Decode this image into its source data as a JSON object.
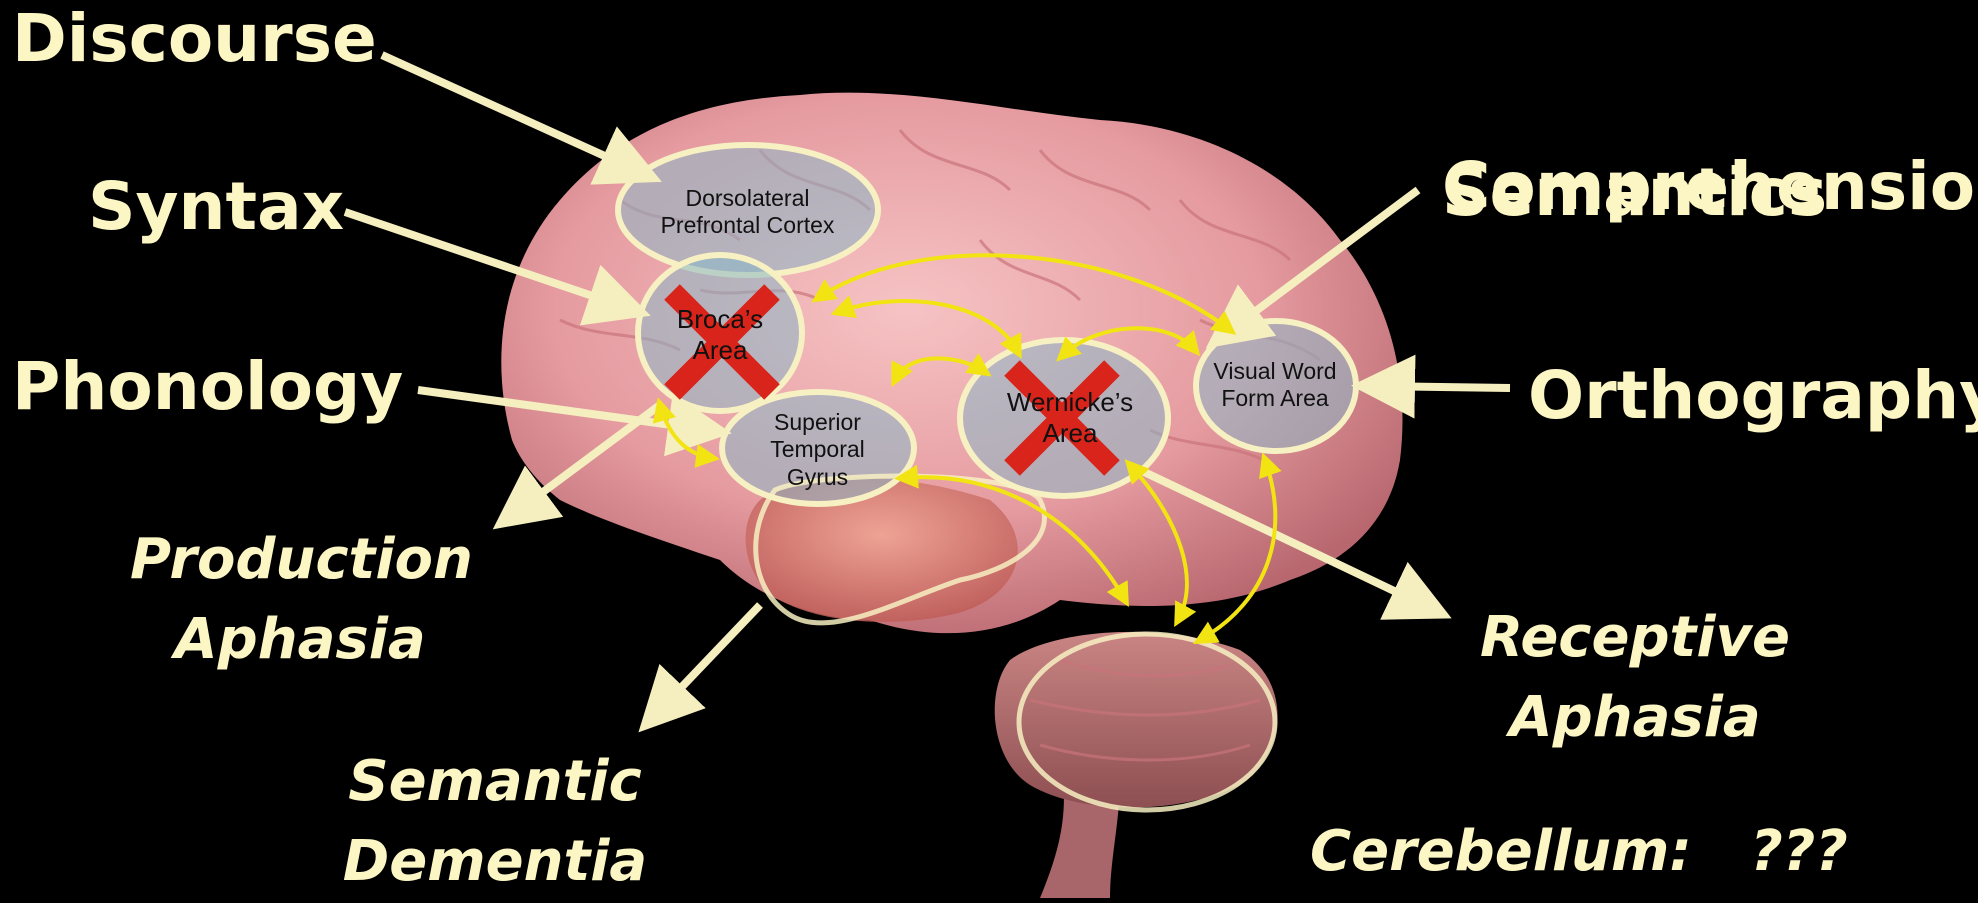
{
  "colors": {
    "background": "#000000",
    "label_text": "#fbf6c4",
    "region_outline": "#f7f0c2",
    "region_fill": "#8ab8c8",
    "arrow_white": "#f5efc0",
    "arrow_yellow": "#f2e413",
    "lesion_x": "#d8241a",
    "brain": "#e3a0a5"
  },
  "functions": {
    "discourse": "Discourse",
    "syntax": "Syntax",
    "phonology": "Phonology",
    "semantics": "Semantics",
    "comprehension": "Comprehension",
    "orthography": "Orthography"
  },
  "disorders": {
    "production_aphasia": [
      "Production",
      "Aphasia"
    ],
    "semantic_dementia": [
      "Semantic",
      "Dementia"
    ],
    "receptive_aphasia": [
      "Receptive",
      "Aphasia"
    ],
    "cerebellum": "Cerebellum:   ???"
  },
  "regions": {
    "dlpfc": "Dorsolateral Prefrontal Cortex",
    "broca": "Broca’s Area",
    "stg": "Superior Temporal Gyrus",
    "wernicke": "Wernicke’s Area",
    "vwfa": "Visual Word Form Area"
  },
  "icons": [
    "brain-image",
    "lesion-x-icon",
    "connection-arrow"
  ]
}
